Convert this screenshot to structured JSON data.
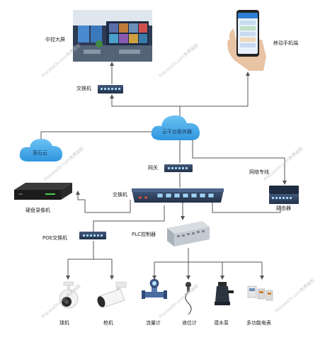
{
  "labels": {
    "control_screen": "中控大屏",
    "mobile_phone": "移动手机端",
    "top_switch": "交换机",
    "cloud_server": "云平台服务器",
    "hikvision_cloud": "萤石云",
    "gateway": "网关",
    "network_line": "网络专线",
    "core_switch": "交换机",
    "nvr": "硬盘录像机",
    "router": "路由器",
    "poe_switch": "POE交换机",
    "plc": "PLC控制器",
    "dome_camera": "球机",
    "bullet_camera": "枪机",
    "flowmeter": "流量计",
    "level_meter": "液位计",
    "pump": "潜水泵",
    "power_meter": "多功能电表"
  },
  "watermark": "ProcessOn.com免费画图",
  "colors": {
    "line": "#555555",
    "cloud_fill": "#3aa7ea",
    "switch_body": "#2d3f5a",
    "port": "#9fd2f5",
    "screen_bg": "#3a4d6d"
  },
  "icons": {
    "control_screen": "control-room-screen",
    "mobile_phone": "hand-holding-phone",
    "cloud": "cloud",
    "switch": "network-switch",
    "nvr": "nvr-box",
    "router": "router",
    "plc": "plc-module",
    "dome_camera": "dome-camera",
    "bullet_camera": "bullet-camera",
    "flowmeter": "flowmeter",
    "level_meter": "level-gauge",
    "pump": "submersible-pump",
    "power_meter": "power-meter"
  }
}
